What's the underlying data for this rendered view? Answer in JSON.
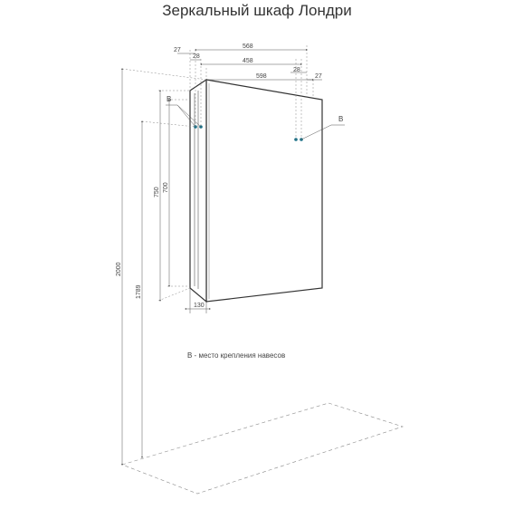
{
  "title": "Зеркальный шкаф Лондри",
  "dimensions": {
    "top_27_left": "27",
    "top_568": "568",
    "top_28_left": "28",
    "top_458": "458",
    "top_598": "598",
    "top_28_right": "28",
    "top_27_right": "27",
    "height_750": "750",
    "height_700": "700",
    "height_2000": "2000",
    "height_1789": "1789",
    "depth_130": "130"
  },
  "markers": {
    "left_b": "B",
    "right_b": "B"
  },
  "legend": "B - место крепления навесов",
  "colors": {
    "line": "#444444",
    "dashed": "#888888",
    "mount_point": "#1a6f86"
  }
}
